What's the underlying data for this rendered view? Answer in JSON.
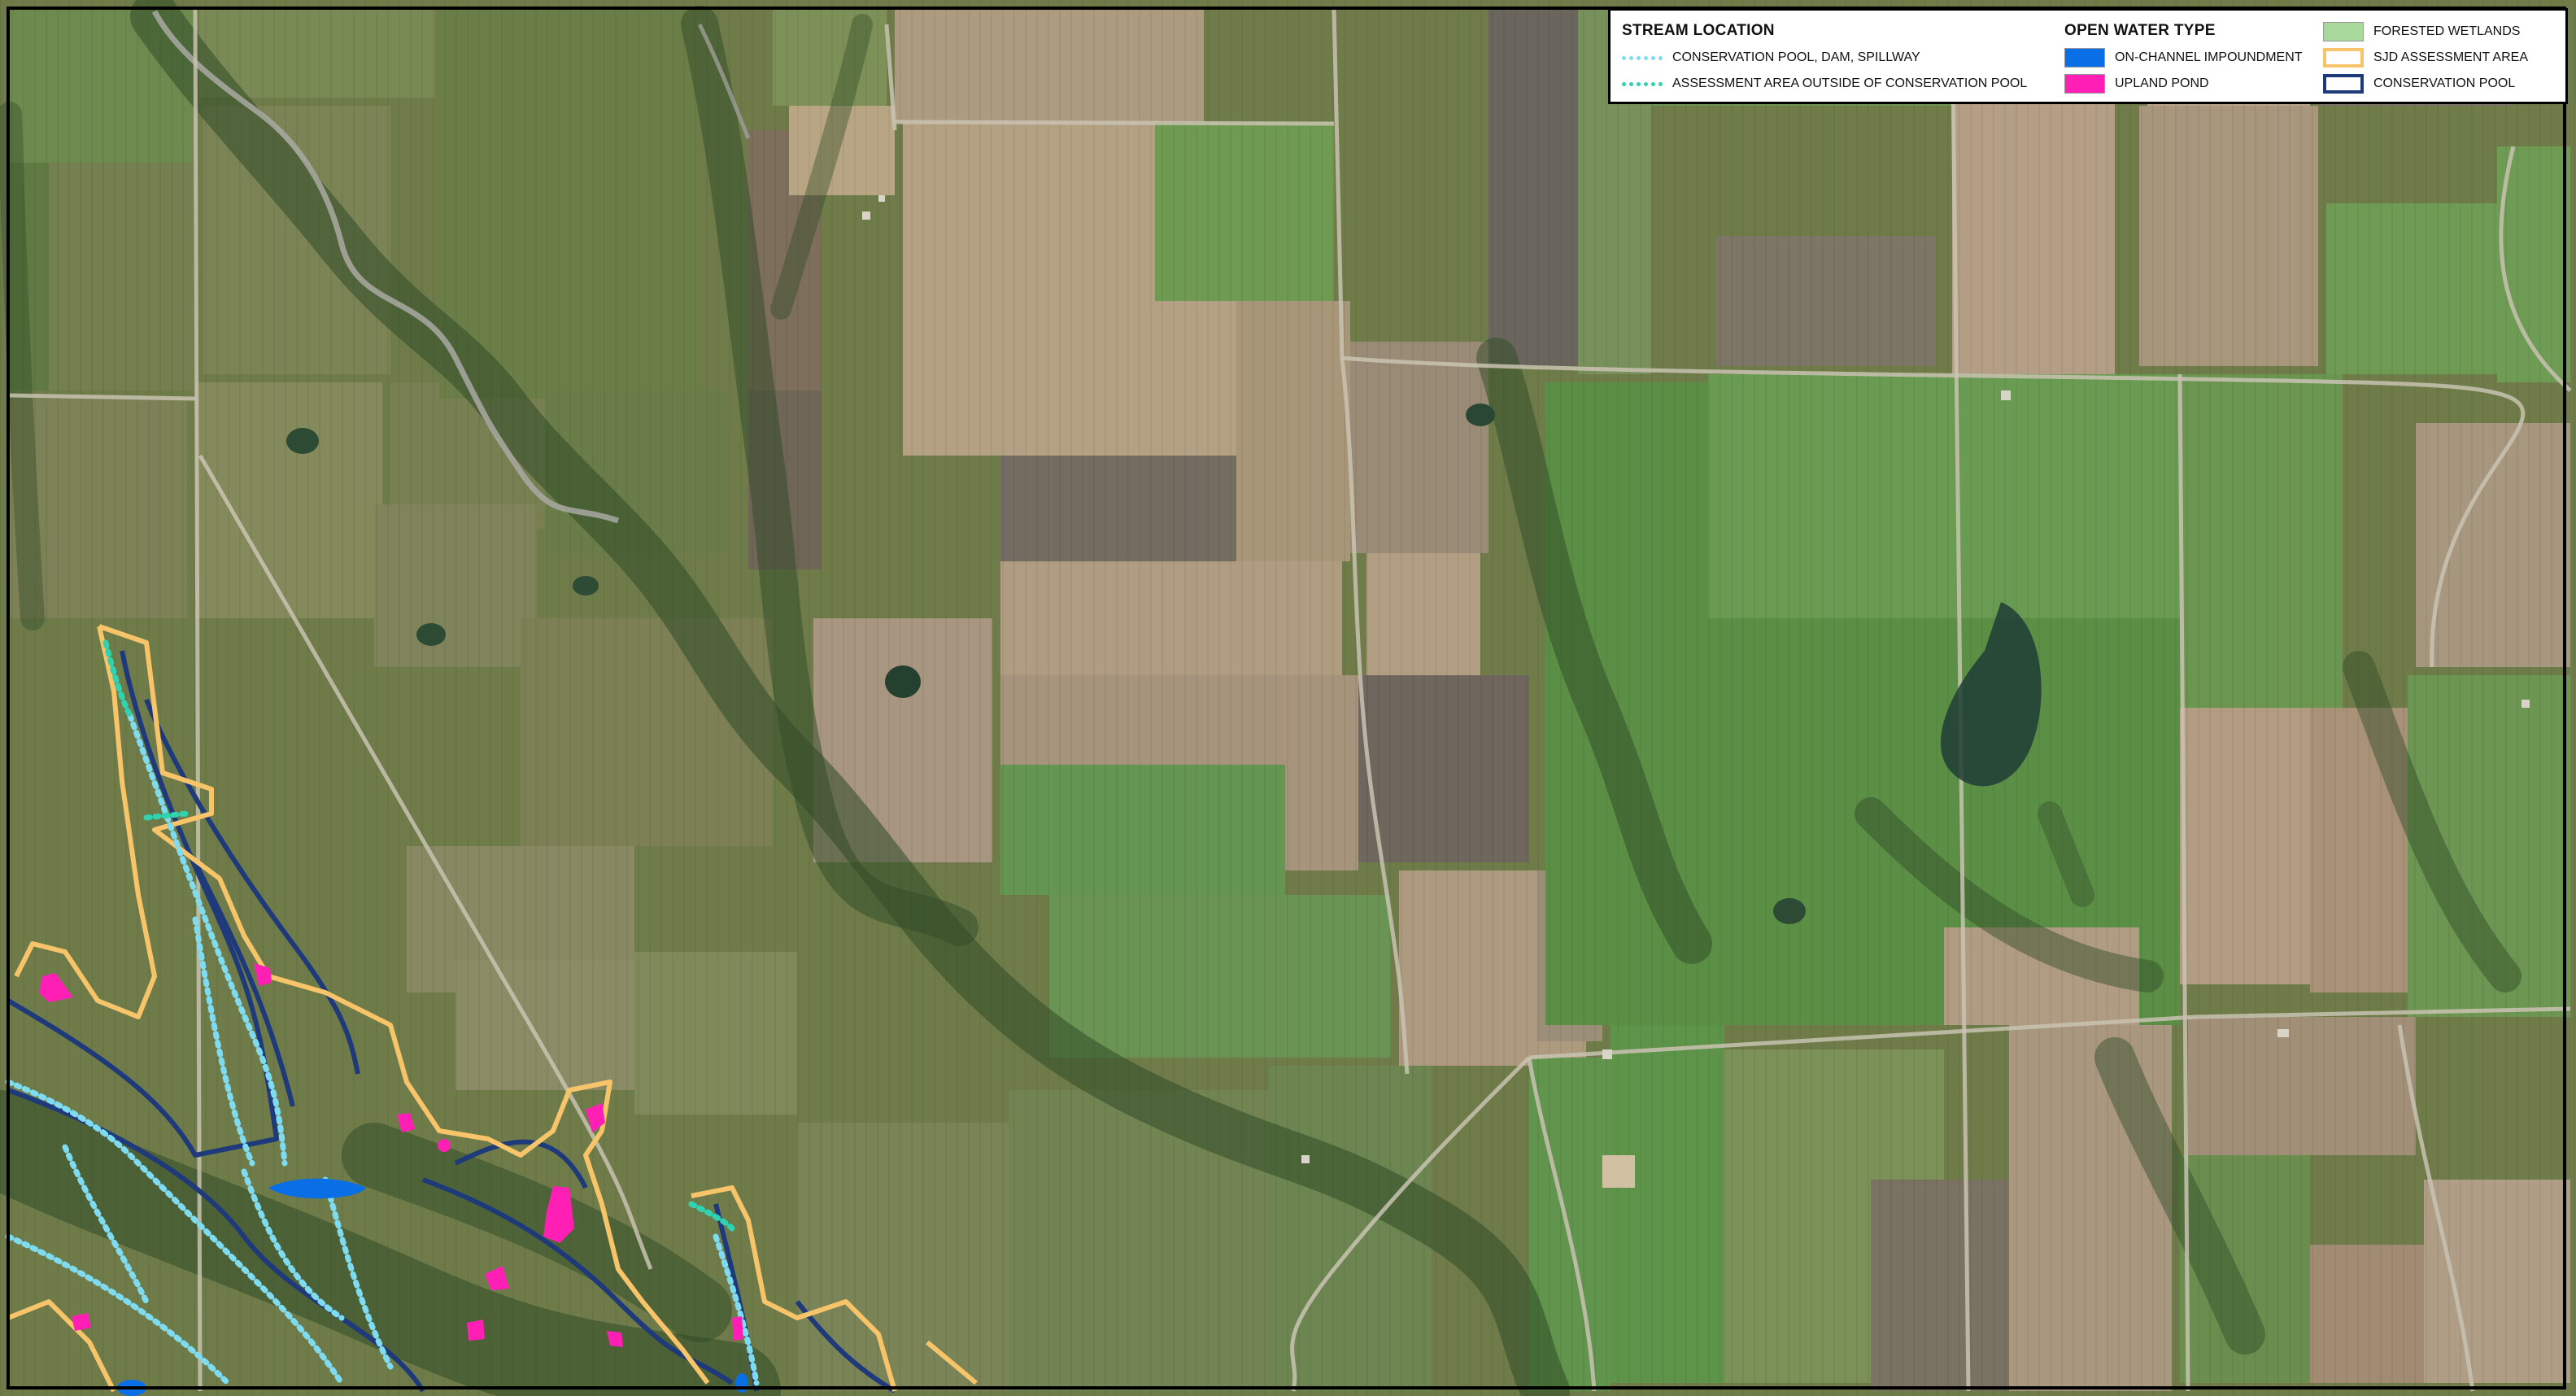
{
  "legend": {
    "stream_location": {
      "heading": "STREAM LOCATION",
      "items": [
        {
          "label": "CONSERVATION POOL, DAM, SPILLWAY",
          "color": "#7fdcf0"
        },
        {
          "label": "ASSESSMENT AREA OUTSIDE OF CONSERVATION POOL",
          "color": "#2fd3b0"
        }
      ]
    },
    "open_water_type": {
      "heading": "OPEN WATER TYPE",
      "items": [
        {
          "label": "ON-CHANNEL IMPOUNDMENT",
          "color": "#0a6ee6"
        },
        {
          "label": "UPLAND POND",
          "color": "#ff1fb4"
        }
      ]
    },
    "areas": {
      "items": [
        {
          "label": "FORESTED WETLANDS",
          "color": "#a8d89a"
        },
        {
          "label": "SJD ASSESSMENT AREA",
          "color": "#f7c46a"
        },
        {
          "label": "CONSERVATION POOL",
          "color": "#1f3a7a"
        }
      ]
    }
  },
  "colors": {
    "assessment_area_outline": "#f7c46a",
    "conservation_pool_outline": "#1f3a7a",
    "stream_dotted": "#7fdcf0",
    "stream_outside_pool": "#2fd3b0",
    "impoundment": "#0a6ee6",
    "upland_pond": "#ff1fb4"
  }
}
